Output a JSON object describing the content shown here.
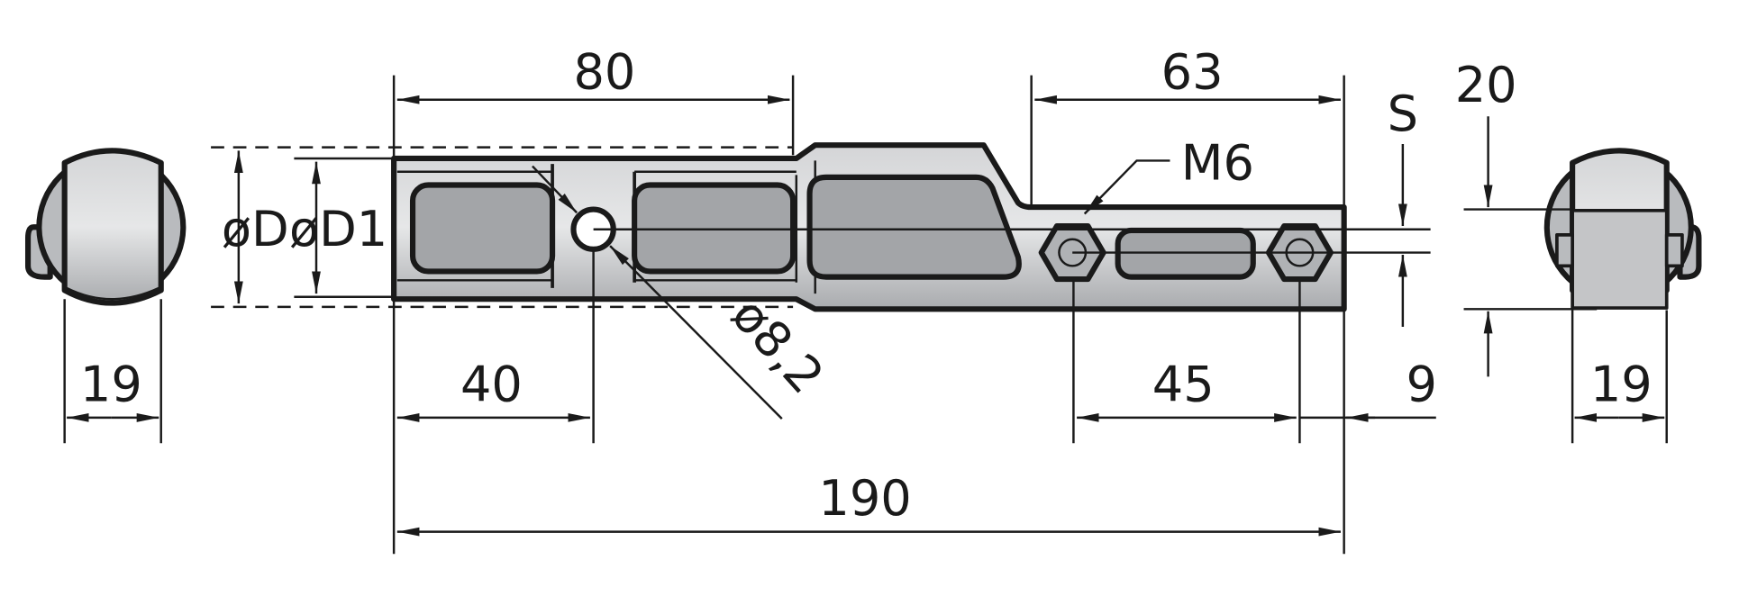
{
  "title": "Bolt drawing with dimensions",
  "labels": {
    "d_outer": "øD",
    "d_inner": "øD1",
    "hole": "ø8,2",
    "thread": "M6",
    "s": "S"
  },
  "dimensions": {
    "left_width": "19",
    "right_width": "19",
    "length_80": "80",
    "length_63": "63",
    "length_40": "40",
    "length_45": "45",
    "length_9": "9",
    "length_190": "190",
    "height_20": "20"
  },
  "colors": {
    "body": "#b9bbbe",
    "pocket": "#a3a5a8",
    "line": "#1a1a1a"
  }
}
